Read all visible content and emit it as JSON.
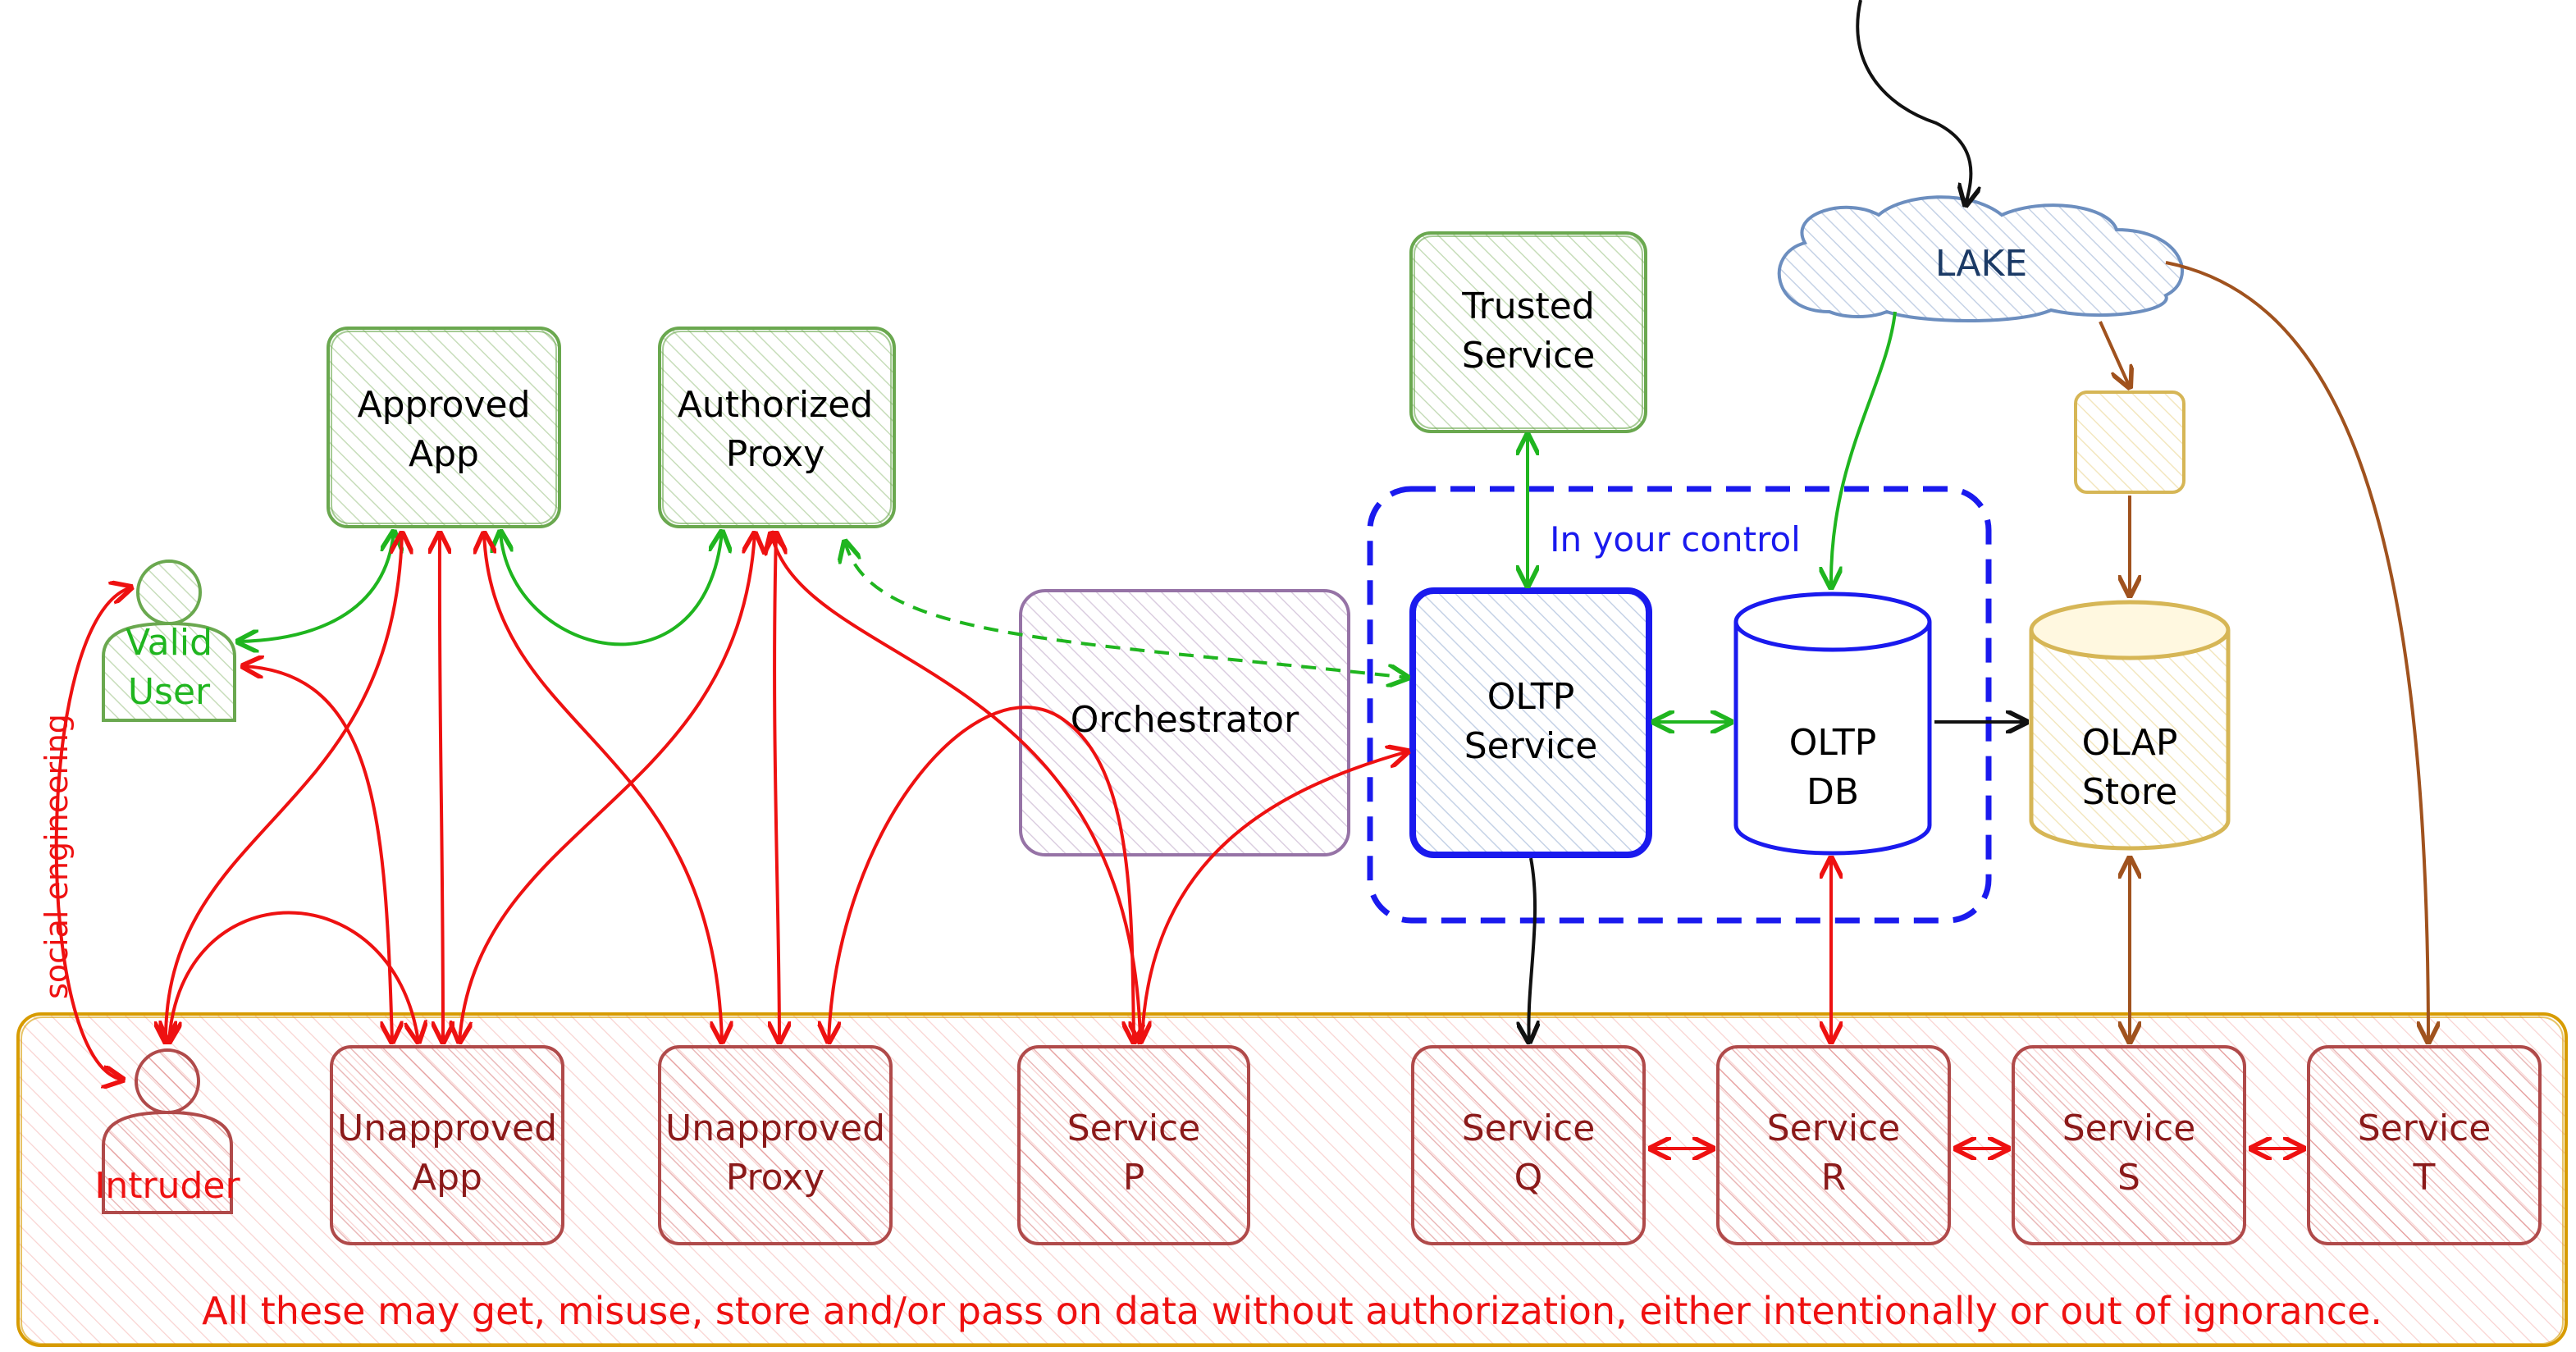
{
  "colors": {
    "green": "#1fb51f",
    "green_box": "#6aa84f",
    "red": "#ee1111",
    "red_box": "#b04a4a",
    "blue": "#1a1aee",
    "lake_blue": "#6c8ebf",
    "purple": "#9673a6",
    "gold": "#d6b656",
    "brown": "#a0521e",
    "black": "#111111",
    "region_border": "#d79b00"
  },
  "nodes": {
    "approved_app": {
      "line1": "Approved",
      "line2": "App"
    },
    "authorized_proxy": {
      "line1": "Authorized",
      "line2": "Proxy"
    },
    "trusted_service": {
      "line1": "Trusted",
      "line2": "Service"
    },
    "lake": {
      "label": "LAKE"
    },
    "valid_user": {
      "line1": "Valid",
      "line2": "User"
    },
    "orchestrator": {
      "label": "Orchestrator"
    },
    "oltp_service": {
      "line1": "OLTP",
      "line2": "Service"
    },
    "oltp_db": {
      "line1": "OLTP",
      "line2": "DB"
    },
    "olap_store": {
      "line1": "OLAP",
      "line2": "Store"
    },
    "intruder": {
      "label": "Intruder"
    },
    "unapproved_app": {
      "line1": "Unapproved",
      "line2": "App"
    },
    "unapproved_proxy": {
      "line1": "Unapproved",
      "line2": "Proxy"
    },
    "service_p": {
      "line1": "Service",
      "line2": "P"
    },
    "service_q": {
      "line1": "Service",
      "line2": "Q"
    },
    "service_r": {
      "line1": "Service",
      "line2": "R"
    },
    "service_s": {
      "line1": "Service",
      "line2": "S"
    },
    "service_t": {
      "line1": "Service",
      "line2": "T"
    }
  },
  "labels": {
    "control_zone": "In your control",
    "social_engineering": "social engineering",
    "footer": "All these may get, misuse, store and/or pass on data without authorization, either intentionally or out of ignorance."
  }
}
